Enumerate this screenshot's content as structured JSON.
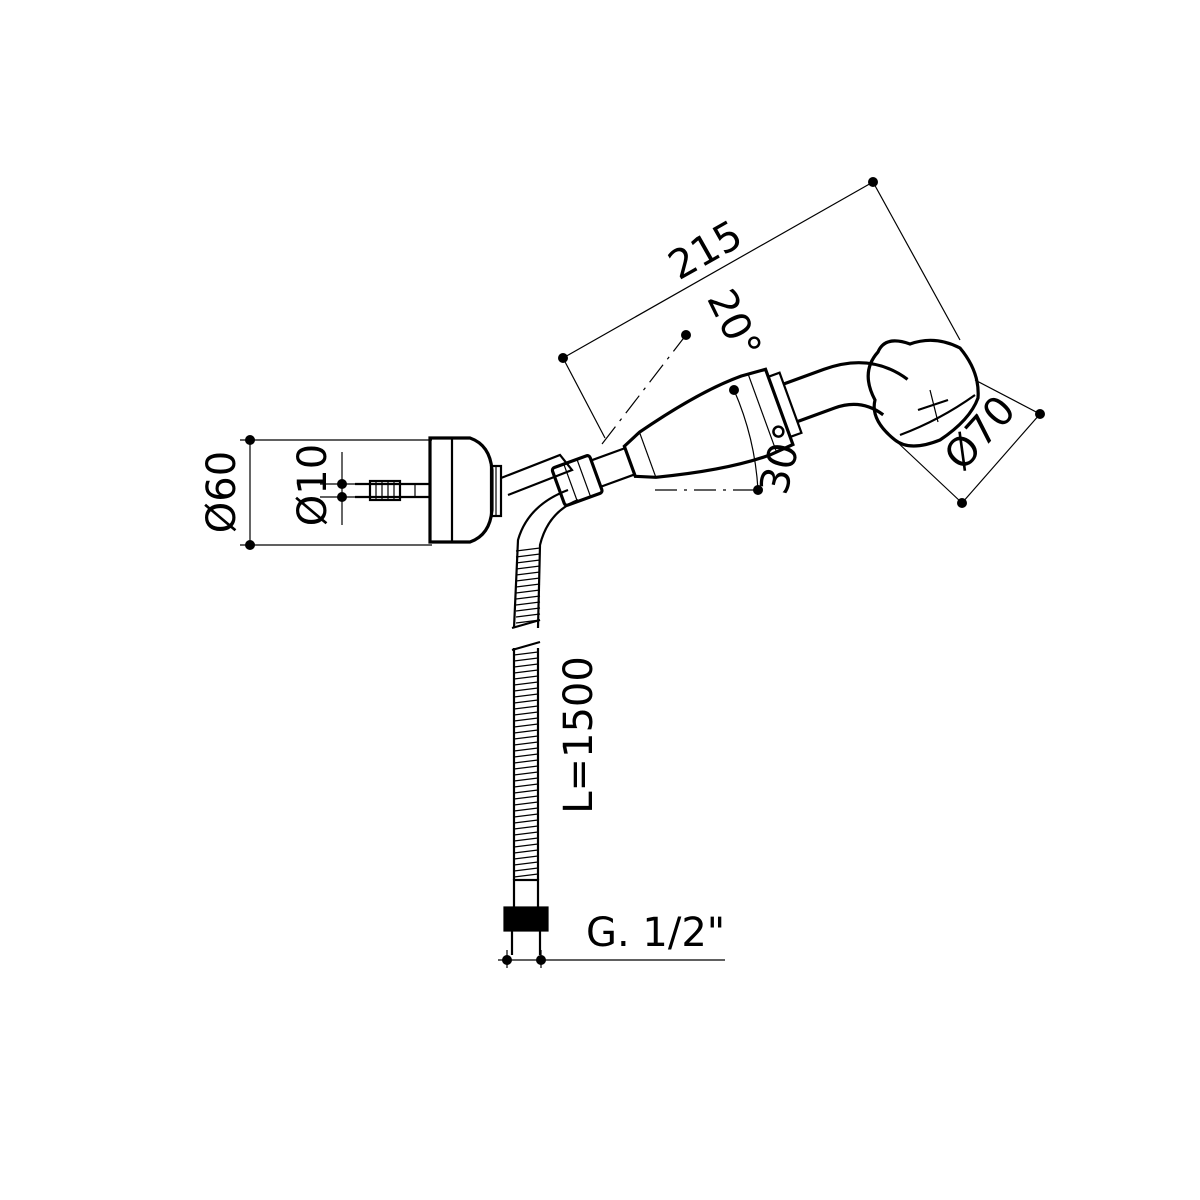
{
  "dimensions": {
    "length": "215",
    "angle_upper": "20°",
    "angle_lower": "30°",
    "head_diameter": "Ø70",
    "base_diameter": "Ø60",
    "pin_diameter": "Ø10",
    "hose_length": "L=1500",
    "thread": "G. 1/2\""
  },
  "colors": {
    "line": "#000000",
    "background": "#ffffff"
  }
}
